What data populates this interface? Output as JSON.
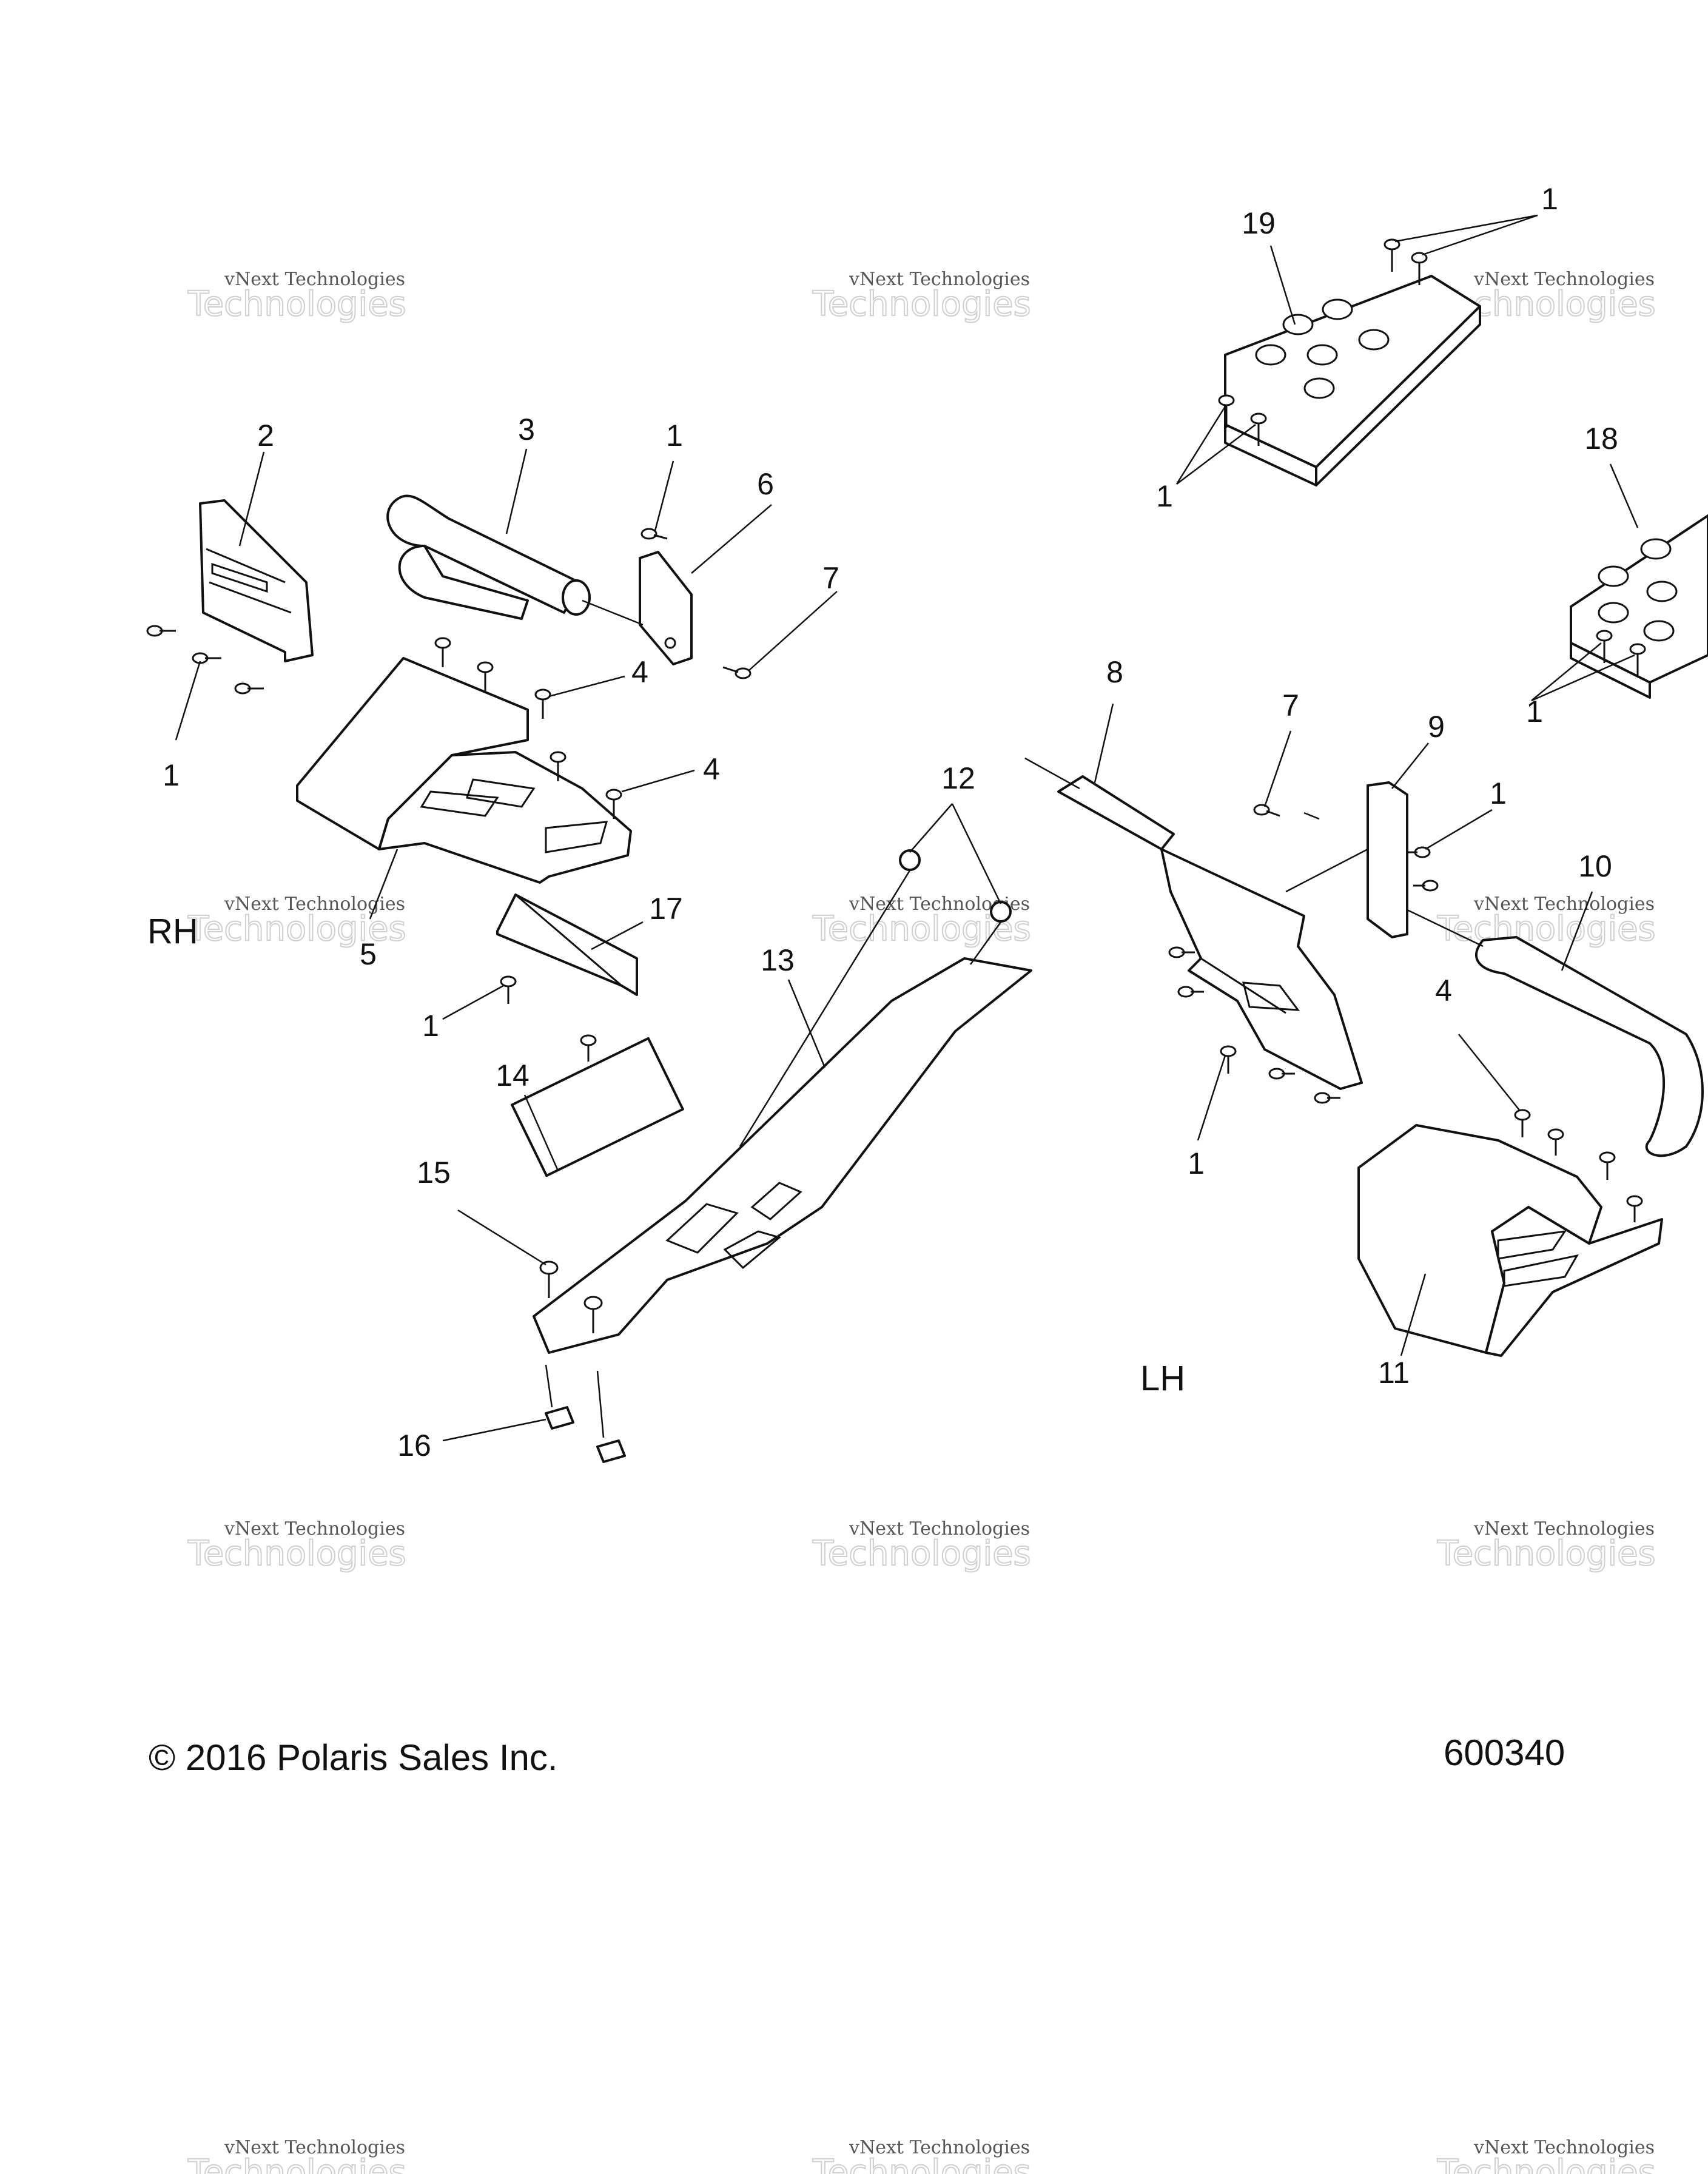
{
  "callouts": [
    {
      "id": "c1a",
      "label": "1"
    },
    {
      "id": "c19",
      "label": "19"
    },
    {
      "id": "c1b",
      "label": "1"
    },
    {
      "id": "c18",
      "label": "18"
    },
    {
      "id": "c1c",
      "label": "1"
    },
    {
      "id": "c2",
      "label": "2"
    },
    {
      "id": "c3",
      "label": "3"
    },
    {
      "id": "c1d",
      "label": "1"
    },
    {
      "id": "c6",
      "label": "6"
    },
    {
      "id": "c7a",
      "label": "7"
    },
    {
      "id": "c4a",
      "label": "4"
    },
    {
      "id": "c1e",
      "label": "1"
    },
    {
      "id": "c4b",
      "label": "4"
    },
    {
      "id": "c5",
      "label": "5"
    },
    {
      "id": "c17",
      "label": "17"
    },
    {
      "id": "c1f",
      "label": "1"
    },
    {
      "id": "c8",
      "label": "8"
    },
    {
      "id": "c7b",
      "label": "7"
    },
    {
      "id": "c9",
      "label": "9"
    },
    {
      "id": "c1g",
      "label": "1"
    },
    {
      "id": "c10",
      "label": "10"
    },
    {
      "id": "c12",
      "label": "12"
    },
    {
      "id": "c13",
      "label": "13"
    },
    {
      "id": "c14",
      "label": "14"
    },
    {
      "id": "c15",
      "label": "15"
    },
    {
      "id": "c4c",
      "label": "4"
    },
    {
      "id": "c1h",
      "label": "1"
    },
    {
      "id": "c11",
      "label": "11"
    },
    {
      "id": "c16",
      "label": "16"
    }
  ],
  "side_labels": {
    "rh": "RH",
    "lh": "LH"
  },
  "footer": {
    "copyright": "© 2016 Polaris Sales Inc.",
    "figure_number": "600340"
  },
  "watermark": {
    "line1": "vNext Technologies",
    "line2": "Technologies",
    "line3": "vNext"
  }
}
